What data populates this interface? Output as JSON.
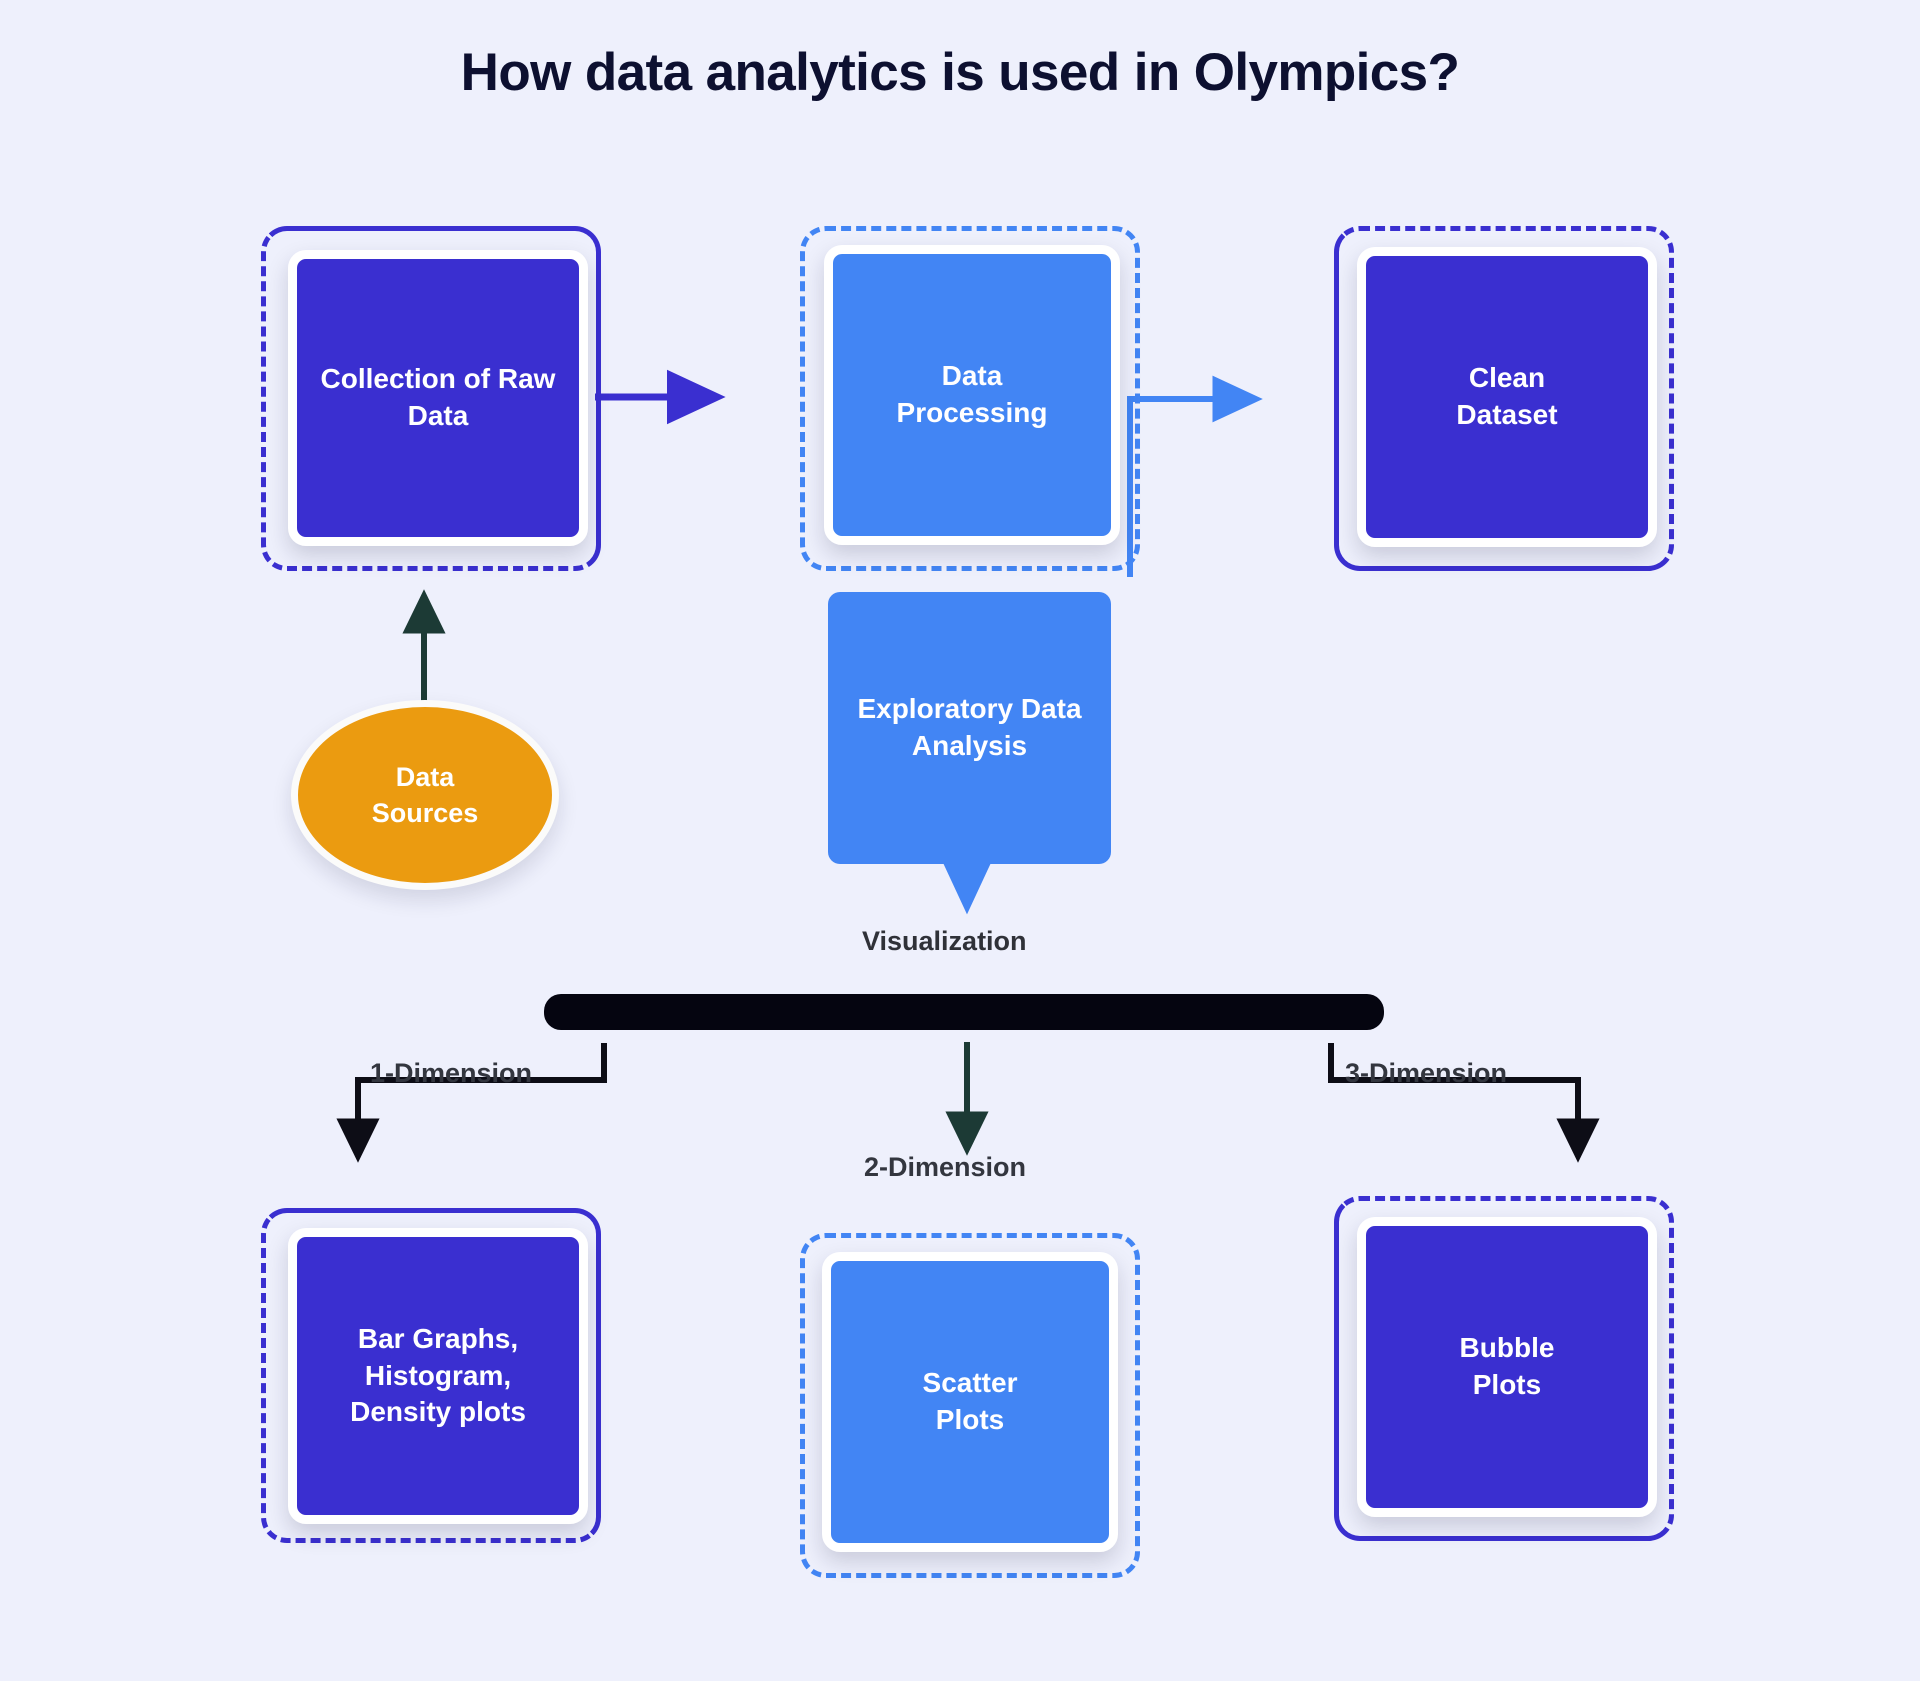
{
  "page": {
    "title": "How data analytics is used in Olympics?",
    "background_color": "#eef0fc"
  },
  "colors": {
    "dark_blue": "#3a2fd0",
    "light_blue": "#4285f4",
    "orange": "#eb9b10",
    "teal_arrow": "#1c3a35",
    "black_bar": "#050510",
    "title_text": "#0d1030"
  },
  "nodes": {
    "collection_raw_data": {
      "label": "Collection of Raw\nData",
      "fill": "#3a2fd0",
      "border": "#3a2fd0"
    },
    "data_processing": {
      "label": "Data\nProcessing",
      "fill": "#4285f4",
      "border": "#4285f4"
    },
    "clean_dataset": {
      "label": "Clean\nDataset",
      "fill": "#3a2fd0",
      "border": "#3a2fd0"
    },
    "data_sources": {
      "label": "Data\nSources",
      "fill": "#eb9b10"
    },
    "exploratory_data_analysis": {
      "label": "Exploratory Data\nAnalysis",
      "fill": "#4285f4"
    },
    "bar_graphs": {
      "label": "Bar Graphs,\nHistogram,\nDensity plots",
      "fill": "#3a2fd0",
      "border": "#3a2fd0"
    },
    "scatter_plots": {
      "label": "Scatter\nPlots",
      "fill": "#4285f4",
      "border": "#4285f4"
    },
    "bubble_plots": {
      "label": "Bubble\nPlots",
      "fill": "#3a2fd0",
      "border": "#3a2fd0"
    }
  },
  "labels": {
    "visualization": "Visualization",
    "one_dimension": "1-Dimension",
    "two_dimension": "2-Dimension",
    "three_dimension": "3-Dimension"
  },
  "chart_data": {
    "type": "diagram",
    "title": "How data analytics is used in Olympics?",
    "flow_stages": [
      "Data Sources",
      "Collection of Raw Data",
      "Data Processing",
      "Clean Dataset",
      "Exploratory Data Analysis",
      "Visualization"
    ],
    "visualization_branches": [
      {
        "dimension": "1-Dimension",
        "output": "Bar Graphs, Histogram, Density plots"
      },
      {
        "dimension": "2-Dimension",
        "output": "Scatter Plots"
      },
      {
        "dimension": "3-Dimension",
        "output": "Bubble Plots"
      }
    ],
    "edges": [
      {
        "from": "Data Sources",
        "to": "Collection of Raw Data"
      },
      {
        "from": "Collection of Raw Data",
        "to": "Data Processing"
      },
      {
        "from": "Data Processing",
        "to": "Clean Dataset"
      },
      {
        "from": "Exploratory Data Analysis",
        "to": "Visualization"
      },
      {
        "from": "Visualization",
        "to": "Bar Graphs, Histogram, Density plots",
        "label": "1-Dimension"
      },
      {
        "from": "Visualization",
        "to": "Scatter Plots",
        "label": "2-Dimension"
      },
      {
        "from": "Visualization",
        "to": "Bubble Plots",
        "label": "3-Dimension"
      }
    ]
  }
}
